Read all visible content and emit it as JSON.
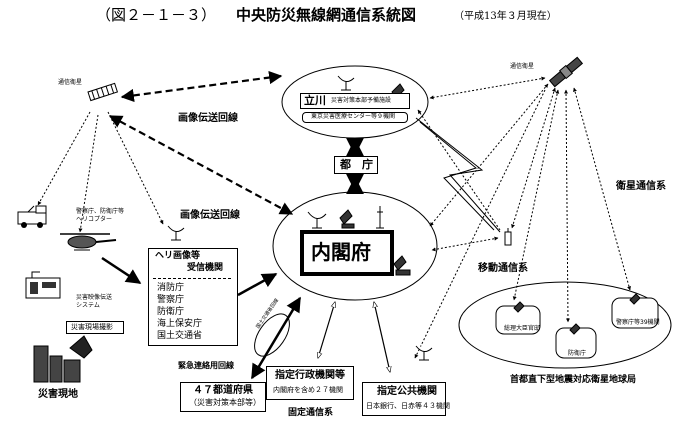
{
  "header": {
    "figure_no": "（図２－１－３）",
    "title": "中央防災無線網通信系統図",
    "as_of": "（平成13年３月現在）"
  },
  "labels": {
    "sat_left": "通信衛星",
    "sat_right": "通信衛星",
    "tachikawa": "立川",
    "tachikawa_sub": "災害対策本部予備施設",
    "tachikawa_center": "東京災害医療センター等９機関",
    "image_line_top": "画像伝送回線",
    "image_line_mid": "画像伝送回線",
    "tocho": "都　庁",
    "naikakufu": "内閣府",
    "mobile": "移動通信系",
    "satellite_sys": "衛星通信系",
    "heli": "警察庁、防衛庁等\nヘリコプター",
    "disaster_video": "災害映像伝送\nシステム",
    "disaster_shoot": "災害現場撮影",
    "disaster_site": "災害現地",
    "emergency_line": "緊急連絡用回線",
    "dedicated_line": "国土交通省回線",
    "fixed_comm": "固定通信系",
    "earth_stations": "首都直下型地震対応衛星地球局",
    "pm_office": "総理大臣官邸",
    "npa_39": "警察庁等39機関",
    "defense": "防衛庁"
  },
  "heli_box": {
    "title1": "ヘリ画像等",
    "title2": "受信機関",
    "items": [
      "消防庁",
      "警察庁",
      "防衛庁",
      "海上保安庁",
      "国土交通省"
    ]
  },
  "prefectures": {
    "line1": "４７都道府県",
    "line2": "（災害対策本部等）"
  },
  "gov_agencies": {
    "line1": "指定行政機関等",
    "line2": "内閣府を含め２７機関"
  },
  "public_inst": {
    "line1": "指定公共機関",
    "line2": "日本銀行、日赤等４３機関"
  }
}
